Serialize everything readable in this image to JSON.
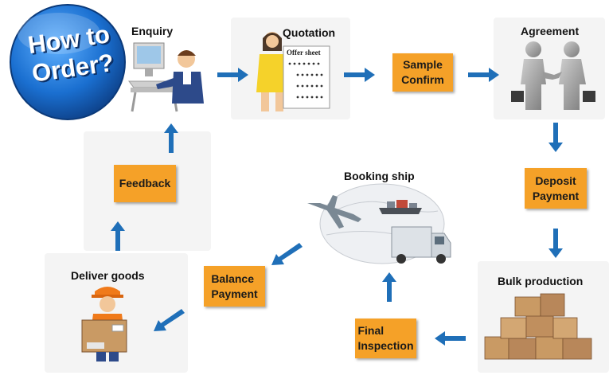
{
  "badge": {
    "line1": "How to",
    "line2": "Order?"
  },
  "steps": {
    "enquiry": "Enquiry",
    "quotation": "Quotation",
    "offer_sheet": "Offer sheet",
    "sample": {
      "line1": "Sample",
      "line2": "Confirm"
    },
    "agreement": "Agreement",
    "deposit": {
      "line1": "Deposit",
      "line2": "Payment"
    },
    "bulk": "Bulk production",
    "final": {
      "line1": "Final",
      "line2": "Inspection"
    },
    "booking": "Booking ship",
    "balance": {
      "line1": "Balance",
      "line2": "Payment"
    },
    "deliver": "Deliver goods",
    "feedback": "Feedback"
  },
  "colors": {
    "box": "#f5a128",
    "arrow": "#1f6fb8",
    "badge": "#1a6fd0"
  }
}
